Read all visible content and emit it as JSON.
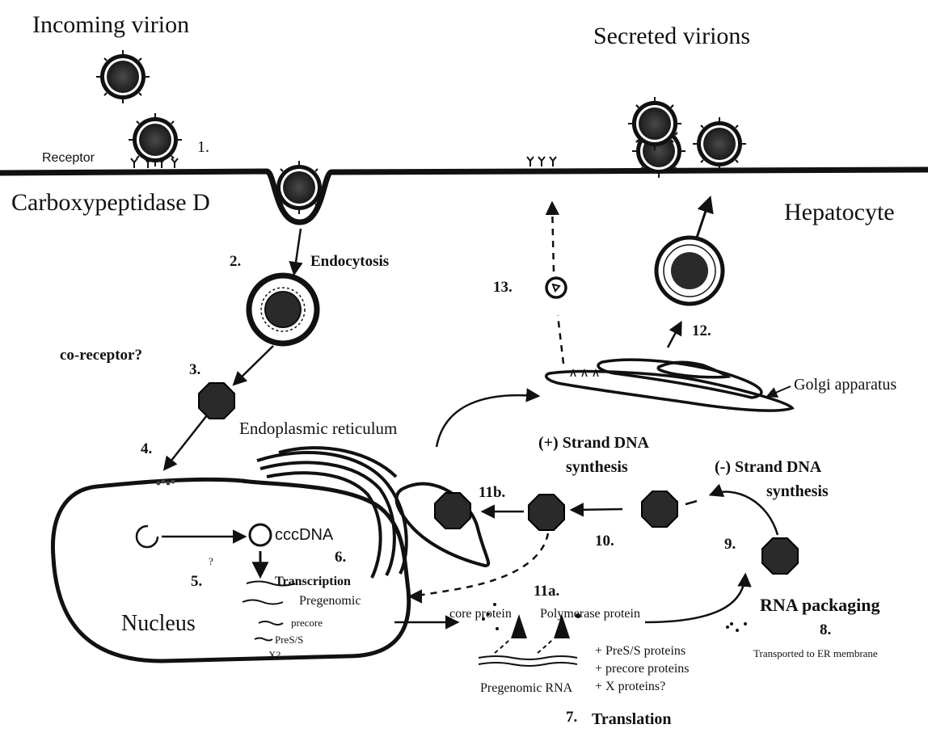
{
  "labels": {
    "incoming_virion": "Incoming virion",
    "secreted_virions": "Secreted virions",
    "receptor": "Receptor",
    "carboxypeptidase": "Carboxypeptidase D",
    "hepatocyte": "Hepatocyte",
    "endocytosis": "Endocytosis",
    "co_receptor": "co-receptor?",
    "golgi": "Golgi apparatus",
    "er": "Endoplasmic reticulum",
    "plus_strand": "(+) Strand DNA",
    "plus_strand_2": "synthesis",
    "minus_strand": "(-) Strand DNA",
    "minus_strand_2": "synthesis",
    "cccdna": "cccDNA",
    "question": "?",
    "transcription": "Transcription",
    "pregenomic": "Pregenomic",
    "precore": "precore",
    "pres_s": "PreS/S",
    "x_q": "X?",
    "nucleus": "Nucleus",
    "rna_packaging": "RNA packaging",
    "core_protein": "core protein",
    "polymerase_protein": "Polymerase protein",
    "pres_s_proteins": "+ PreS/S proteins",
    "transported": "Transported to ER membrane",
    "precore_proteins": "+ precore proteins",
    "x_proteins": "+ X proteins?",
    "pregenomic_rna": "Pregenomic RNA",
    "translation": "Translation"
  },
  "steps": {
    "s1": "1.",
    "s2": "2.",
    "s3": "3.",
    "s4": "4.",
    "s5": "5.",
    "s6": "6.",
    "s7": "7.",
    "s8": "8.",
    "s9": "9.",
    "s10": "10.",
    "s11a": "11a.",
    "s11b": "11b.",
    "s12": "12.",
    "s13": "13."
  }
}
